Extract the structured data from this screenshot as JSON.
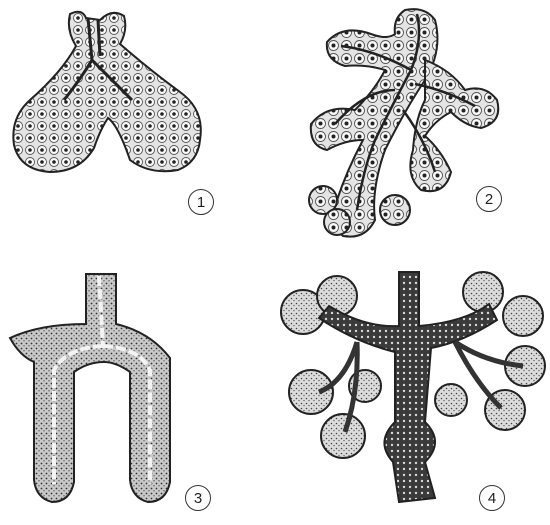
{
  "panels": [
    {
      "label": "1"
    },
    {
      "label": "2"
    },
    {
      "label": "3"
    },
    {
      "label": "4"
    }
  ],
  "colors": {
    "ink": "#222222",
    "stipple": "#b9b9b9",
    "cell_fill": "#e4e4e4",
    "lumen": "#f2f2f2",
    "background": "#ffffff"
  }
}
